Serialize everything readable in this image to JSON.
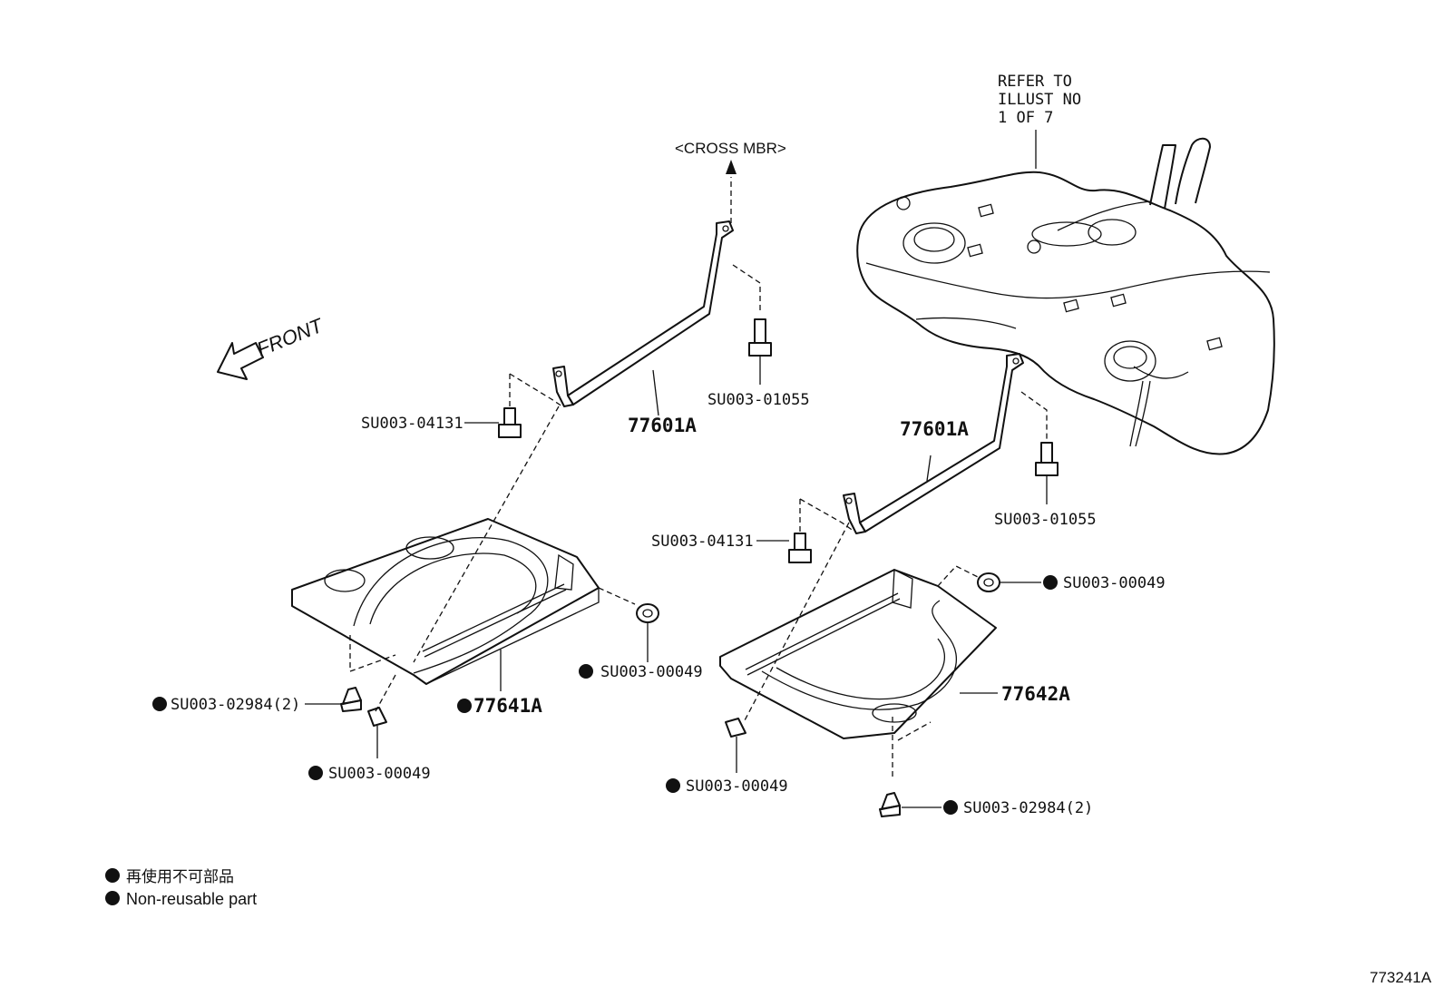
{
  "labels": {
    "refer_line1": "REFER TO",
    "refer_line2": "ILLUST NO",
    "refer_line3": "1 OF 7",
    "cross_mbr": "<CROSS MBR>",
    "front": "FRONT",
    "bolt_01055_left": "SU003-01055",
    "bolt_04131_left": "SU003-04131",
    "strap_left": "77601A",
    "strap_right": "77601A",
    "bolt_01055_right": "SU003-01055",
    "bolt_04131_right": "SU003-04131",
    "nut_00049_upper_right": "SU003-00049",
    "nut_00049_left_mid": "SU003-00049",
    "clip_02984_left": "SU003-02984(2)",
    "protector_left": "77641A",
    "clip_00049_left_bottom": "SU003-00049",
    "protector_right": "77642A",
    "clip_00049_right_bottom": "SU003-00049",
    "clip_02984_right": "SU003-02984(2)"
  },
  "legend": {
    "line_jp": "再使用不可部品",
    "line_en": "Non-reusable part"
  },
  "illustration_id": "773241A"
}
